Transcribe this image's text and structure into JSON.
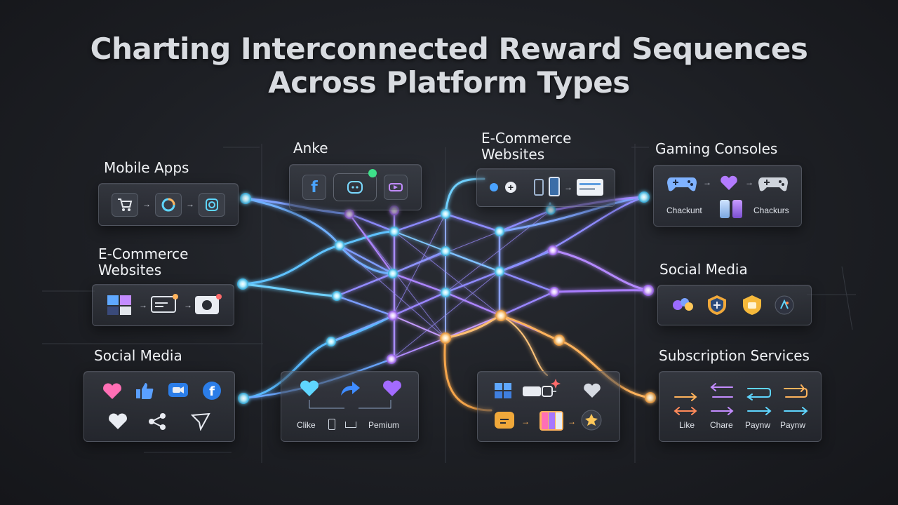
{
  "title": {
    "line1": "Charting Interconnected Reward Sequences",
    "line2": "Across Platform Types"
  },
  "labels": {
    "mobile_apps": "Mobile Apps",
    "anke": "Anke",
    "ecommerce_top_1": "E-Commerce",
    "ecommerce_top_2": "Websites",
    "gaming": "Gaming Consoles",
    "ecommerce_left_1": "E-Commerce",
    "ecommerce_left_2": "Websites",
    "social_right": "Social Media",
    "social_left": "Social Media",
    "subscription": "Subscription Services"
  },
  "cards": {
    "gaming": {
      "text_left": "Chackunt",
      "text_right": "Chackurs"
    },
    "bottom_center": {
      "text_left": "Clike",
      "text_right": "Pemium"
    },
    "subscription": {
      "labels": [
        "Like",
        "Chare",
        "Paynw",
        "Paynw"
      ]
    }
  },
  "colors": {
    "cyan": "#5fd6ff",
    "blue": "#6b8cff",
    "purple": "#a777ff",
    "orange": "#ffb35c"
  }
}
